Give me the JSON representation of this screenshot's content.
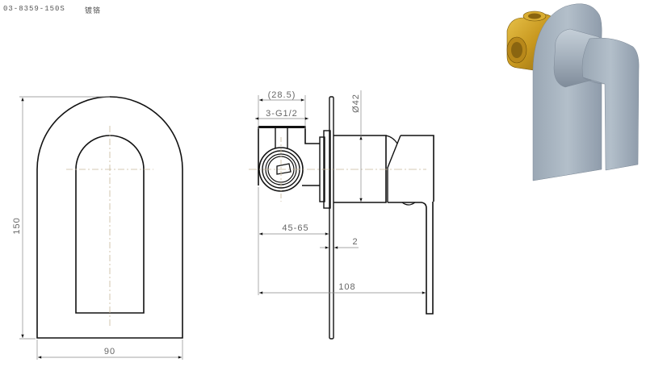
{
  "header": {
    "model_code": "03-8359-150S",
    "finish_label": "镀铬"
  },
  "front_view": {
    "height_dim": "150",
    "width_dim": "90"
  },
  "side_view": {
    "dim_outer": "(28.5)",
    "dim_thread": "3-G1/2",
    "dim_diameter": "Ø42",
    "dim_wall_range": "45-65",
    "dim_plate_thickness": "2",
    "dim_total_depth": "108"
  },
  "render": {
    "description": "3D render of chrome wall mixer with brass valve body",
    "plate_color": "#a8b4c0",
    "brass_color": "#c8981f"
  },
  "colors": {
    "line": "#111111",
    "dim_line": "#888888",
    "center_line": "#c8b89a"
  }
}
